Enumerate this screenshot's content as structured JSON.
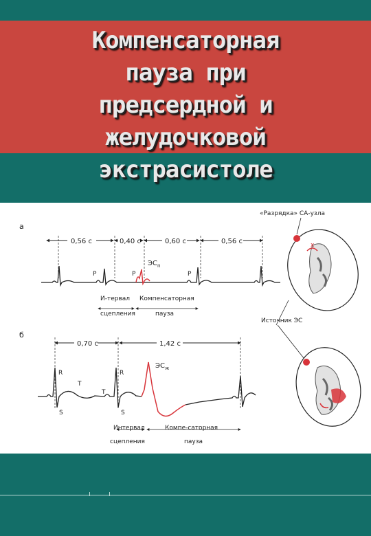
{
  "slide": {
    "title_lines": [
      "Компенсаторная",
      "пауза при",
      "предсердной и",
      "желудочковой",
      "экстрасистоле"
    ]
  },
  "figure": {
    "panel_a": {
      "label": "а",
      "intervals": [
        "0,56 с",
        "0,40 с",
        "0,60 с",
        "0,56 с"
      ],
      "wave_labels": [
        "P",
        "P",
        "P"
      ],
      "es_label": "ЭС",
      "es_sub": "п",
      "coupling_label": [
        "И-тервал",
        "сцепления"
      ],
      "pause_label": [
        "Компенсаторная",
        "пауза"
      ]
    },
    "panel_b": {
      "label": "б",
      "intervals": [
        "0,70 с",
        "1,42 с"
      ],
      "wave_labels": [
        "R",
        "T",
        "T",
        "R",
        "S",
        "S"
      ],
      "es_label": "ЭС",
      "es_sub": "ж",
      "coupling_label": [
        "Интервал",
        "сцепления"
      ],
      "pause_label": [
        "Компе-саторная",
        "пауза"
      ]
    },
    "heart_top_label": "«Разрядка» СА-узла",
    "heart_top_marker": "x",
    "source_label": "Источник ЭС",
    "colors": {
      "ecg_line": "#222222",
      "ectopic": "#d8343a",
      "heart_mark": "#d8343a"
    }
  }
}
